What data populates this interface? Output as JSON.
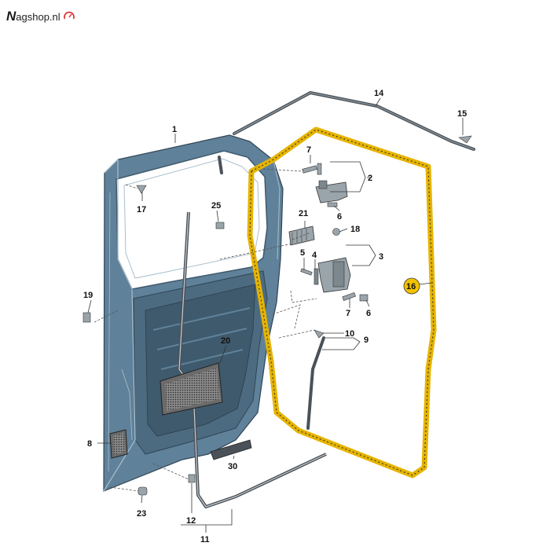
{
  "logo": {
    "brand_mark": "N",
    "site": "agshop.nl"
  },
  "callouts": {
    "c1": "1",
    "c2": "2",
    "c3": "3",
    "c4": "4",
    "c5": "5",
    "c6a": "6",
    "c6b": "6",
    "c7a": "7",
    "c7b": "7",
    "c8": "8",
    "c9": "9",
    "c10": "10",
    "c11": "11",
    "c12": "12",
    "c14": "14",
    "c15": "15",
    "c16": "16",
    "c17": "17",
    "c18": "18",
    "c19": "19",
    "c20": "20",
    "c21": "21",
    "c23": "23",
    "c25": "25",
    "c30": "30"
  },
  "colors": {
    "door_fill": "#5f8199",
    "door_dark": "#3f5a6d",
    "door_light": "#a9bfcd",
    "seal_highlight": "#e6b400",
    "seal_dark": "#3a3a2a",
    "highlight_ring": "#f2c200",
    "part_grey": "#9aa4ab"
  }
}
